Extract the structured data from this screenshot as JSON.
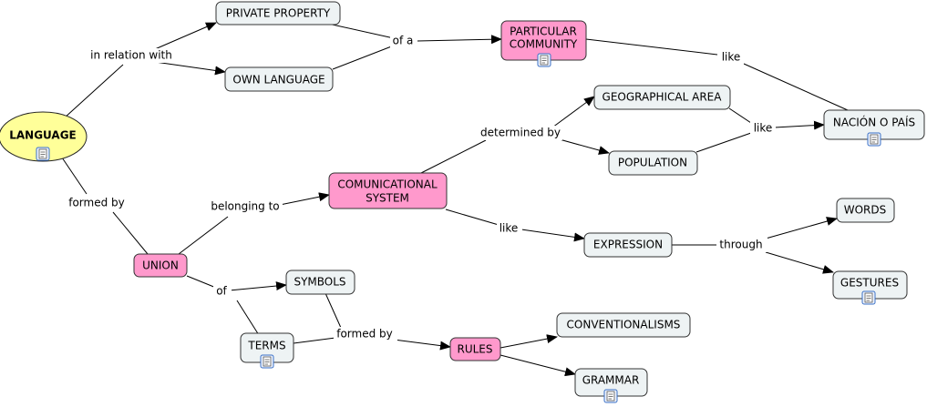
{
  "concepts": {
    "language": "LANGUAGE",
    "private_property": "PRIVATE PROPERTY",
    "own_language": "OWN LANGUAGE",
    "particular_community": [
      "PARTICULAR",
      "COMMUNITY"
    ],
    "nacion_o_pais": "NACIÓN O PAÍS",
    "geographical_area": "GEOGRAPHICAL AREA",
    "population": "POPULATION",
    "comunicational_system": [
      "COMUNICATIONAL",
      "SYSTEM"
    ],
    "union": "UNION",
    "symbols": "SYMBOLS",
    "terms": "TERMS",
    "rules": "RULES",
    "expression": "EXPRESSION",
    "words": "WORDS",
    "gestures": "GESTURES",
    "conventionalisms": "CONVENTIONALISMS",
    "grammar": "GRAMMAR"
  },
  "linking_phrases": {
    "in_relation_with": "in relation with",
    "of_a": "of a",
    "like_community": "like",
    "determined_by": "determined by",
    "like_population": "like",
    "formed_by_union": "formed by",
    "belonging_to": "belonging to",
    "like_expression": "like",
    "through": "through",
    "of": "of",
    "formed_by_rules": "formed by"
  },
  "colors": {
    "ellipse_fill": "#ffff99",
    "ellipse_stroke": "#222222",
    "pink_fill": "#ff99cc",
    "pink_stroke": "#333333",
    "plain_fill": "#eef3f4",
    "plain_stroke": "#333333",
    "icon_frame": "#3a6fc4"
  },
  "icons": {
    "resource": "document-icon"
  }
}
